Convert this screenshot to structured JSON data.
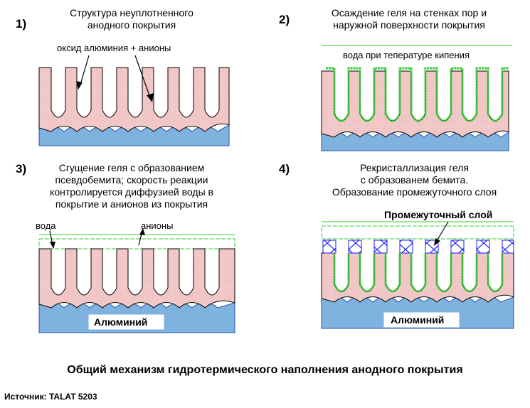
{
  "panels": [
    {
      "num": "1)",
      "caption": [
        "Структура неуплотненного",
        "анодного покрытия"
      ],
      "label": "оксид алюминия + анионы"
    },
    {
      "num": "2)",
      "caption": [
        "Осаждение геля на стенках пор и",
        "наружной поверхности покрытия"
      ],
      "label": "вода при тепературе кипения"
    },
    {
      "num": "3)",
      "caption": [
        "Сгущение геля с образованием",
        "псевдобемита; скорость реакции",
        "контролируется диффузией воды в",
        "покрытие и анионов из покрытия"
      ],
      "label_water": "вода",
      "label_anions": "анионы",
      "metal": "Алюминий"
    },
    {
      "num": "4)",
      "caption": [
        "Рекристаллизация геля",
        "с образованем  бемита.",
        "Образование промежуточного слоя"
      ],
      "label": "Промежуточный слой",
      "metal": "Алюминий"
    }
  ],
  "title": "Общий механизм гидротермического наполнения анодного покрытия",
  "source": "Источник: TALAT 5203",
  "colors": {
    "oxide": "#f2c9c9",
    "metal": "#7fb2df",
    "gel": "#33cc33"
  }
}
